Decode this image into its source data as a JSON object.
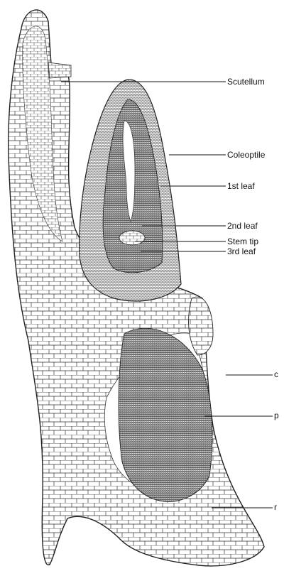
{
  "labels": {
    "scutellum": "Scutellum",
    "coleoptile": "Coleoptile",
    "first_leaf": "1st leaf",
    "second_leaf": "2nd leaf",
    "stem_tip": "Stem tip",
    "third_leaf": "3rd leaf",
    "c": "c",
    "p": "p",
    "r": "r"
  }
}
